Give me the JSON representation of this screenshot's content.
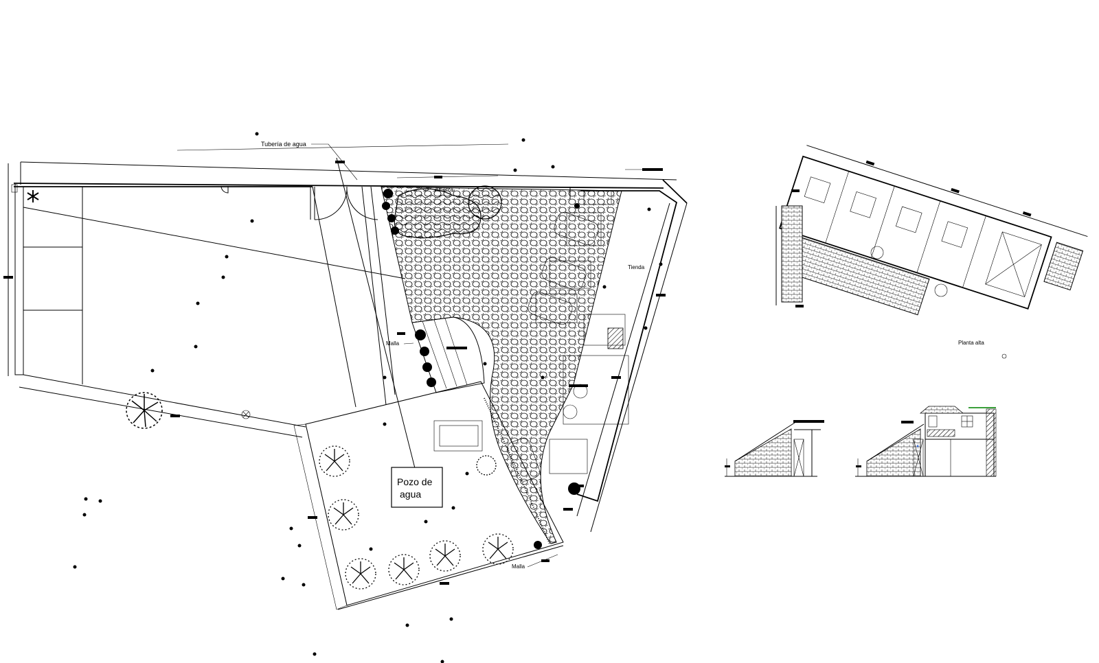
{
  "site_plan": {
    "labels": {
      "water_pipe": "Tubería de agua",
      "pool": "Alberca",
      "shop": "Tienda",
      "mesh_upper": "Malla",
      "mesh_lower": "Malla",
      "well_line1": "Pozo de",
      "well_line2": "agua"
    }
  },
  "upper_floor_plan": {
    "title": "Planta alta"
  },
  "elevations": {
    "count": 2
  },
  "colors": {
    "line": "#000000",
    "background": "#ffffff",
    "accent_green": "#3aa03a",
    "accent_blue": "#3a6ad0"
  }
}
